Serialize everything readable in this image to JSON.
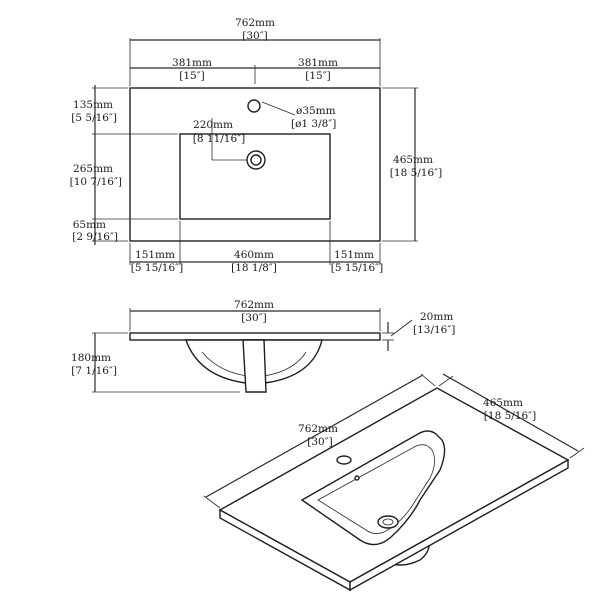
{
  "top_view": {
    "overall_width": {
      "mm": "762mm",
      "in": "[30″]"
    },
    "half_left": {
      "mm": "381mm",
      "in": "[15″]"
    },
    "half_right": {
      "mm": "381mm",
      "in": "[15″]"
    },
    "top_to_hole": {
      "mm": "135mm",
      "in": "[5 5/16″]"
    },
    "bowl_depth": {
      "mm": "265mm",
      "in": "[10 7/16″]"
    },
    "bottom_margin": {
      "mm": "65mm",
      "in": "[2 9/16″]"
    },
    "overall_depth": {
      "mm": "465mm",
      "in": "[18 5/16″]"
    },
    "hole_diameter": {
      "mm": "ø35mm",
      "in": "[ø1 3/8″]"
    },
    "drain_offset": {
      "mm": "220mm",
      "in": "[8 11/16″]"
    },
    "side_left": {
      "mm": "151mm",
      "in": "[5 15/16″]"
    },
    "bowl_width": {
      "mm": "460mm",
      "in": "[18 1/8″]"
    },
    "side_right": {
      "mm": "151mm",
      "in": "[5 15/16″]"
    }
  },
  "front_view": {
    "overall_width": {
      "mm": "762mm",
      "in": "[30″]"
    },
    "thickness": {
      "mm": "20mm",
      "in": "[13/16″]"
    },
    "height": {
      "mm": "180mm",
      "in": "[7 1/16″]"
    }
  },
  "iso_view": {
    "width": {
      "mm": "762mm",
      "in": "[30″]"
    },
    "depth": {
      "mm": "465mm",
      "in": "[18 5/16″]"
    }
  }
}
